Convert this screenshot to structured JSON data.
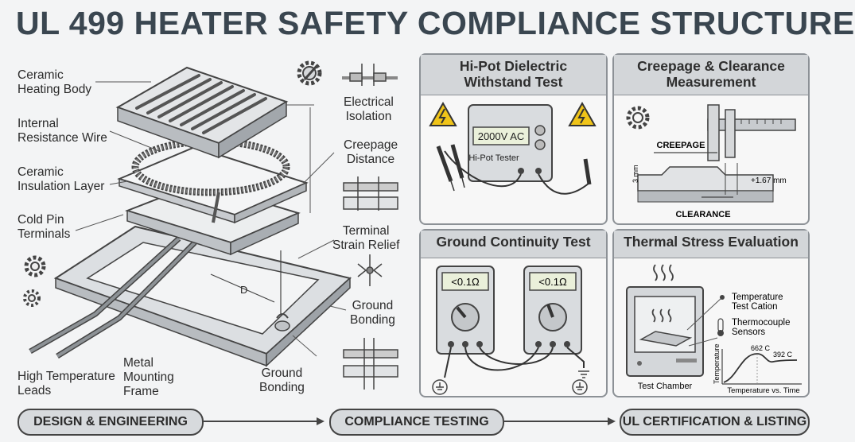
{
  "title": "UL 499 HEATER SAFETY COMPLIANCE STRUCTURE",
  "left_labels": {
    "ceramic_heating_body": [
      "Ceramic",
      "Heating Body"
    ],
    "internal_resistance_wire": [
      "Internal",
      "Resistance Wire"
    ],
    "ceramic_insulation_layer": [
      "Ceramic",
      "Insulation Layer"
    ],
    "cold_pin_terminals": [
      "Cold Pin",
      "Terminals"
    ],
    "high_temperature_leads": [
      "High Temperature",
      "Leads"
    ],
    "metal_mounting_frame": [
      "Metal",
      "Mounting",
      "Frame"
    ],
    "ground_bonding_bottom": [
      "Ground",
      "Bonding"
    ],
    "dimension_d": "D"
  },
  "right_labels": {
    "electrical_isolation": [
      "Electrical",
      "Isolation"
    ],
    "creepage_distance": [
      "Creepage",
      "Distance"
    ],
    "terminal_strain_relief": [
      "Terminal",
      "Strain Relief"
    ],
    "ground_bonding_right": [
      "Ground",
      "Bonding"
    ]
  },
  "panels": {
    "hipot": {
      "title": [
        "Hi-Pot Dielectric",
        "Withstand Test"
      ],
      "display": "2000V AC",
      "device_label": "Hi-Pot Tester"
    },
    "creepage": {
      "title": [
        "Creepage & Clearance",
        "Measurement"
      ],
      "creepage_label": "CREEPAGE",
      "clearance_label": "CLEARANCE",
      "dim_left": "3 mm",
      "dim_right": "+1.67 mm"
    },
    "ground": {
      "title": [
        "Ground Continuity Test"
      ],
      "meter_left": "<0.1Ω",
      "meter_right": "<0.1Ω"
    },
    "thermal": {
      "title": [
        "Thermal Stress Evaluation"
      ],
      "temp_label": [
        "Temperature",
        "Test Cation"
      ],
      "thermo_label": [
        "Thermocouple",
        "Sensors"
      ],
      "chamber_label": "Test Chamber",
      "peak1": "662 C",
      "peak2": "392 C",
      "y_axis": "Temperature",
      "x_axis": "Temperature vs. Time"
    }
  },
  "flow": {
    "step1": "DESIGN & ENGINEERING",
    "step2": "COMPLIANCE TESTING",
    "step3": "UL CERTIFICATION & LISTING"
  },
  "colors": {
    "title": "#3a4650",
    "panel_header": "#d3d6d9",
    "panel_border": "#8c9196",
    "pill": "#d7dadd",
    "warning": "#f0c419",
    "display": "#eaf0da"
  }
}
